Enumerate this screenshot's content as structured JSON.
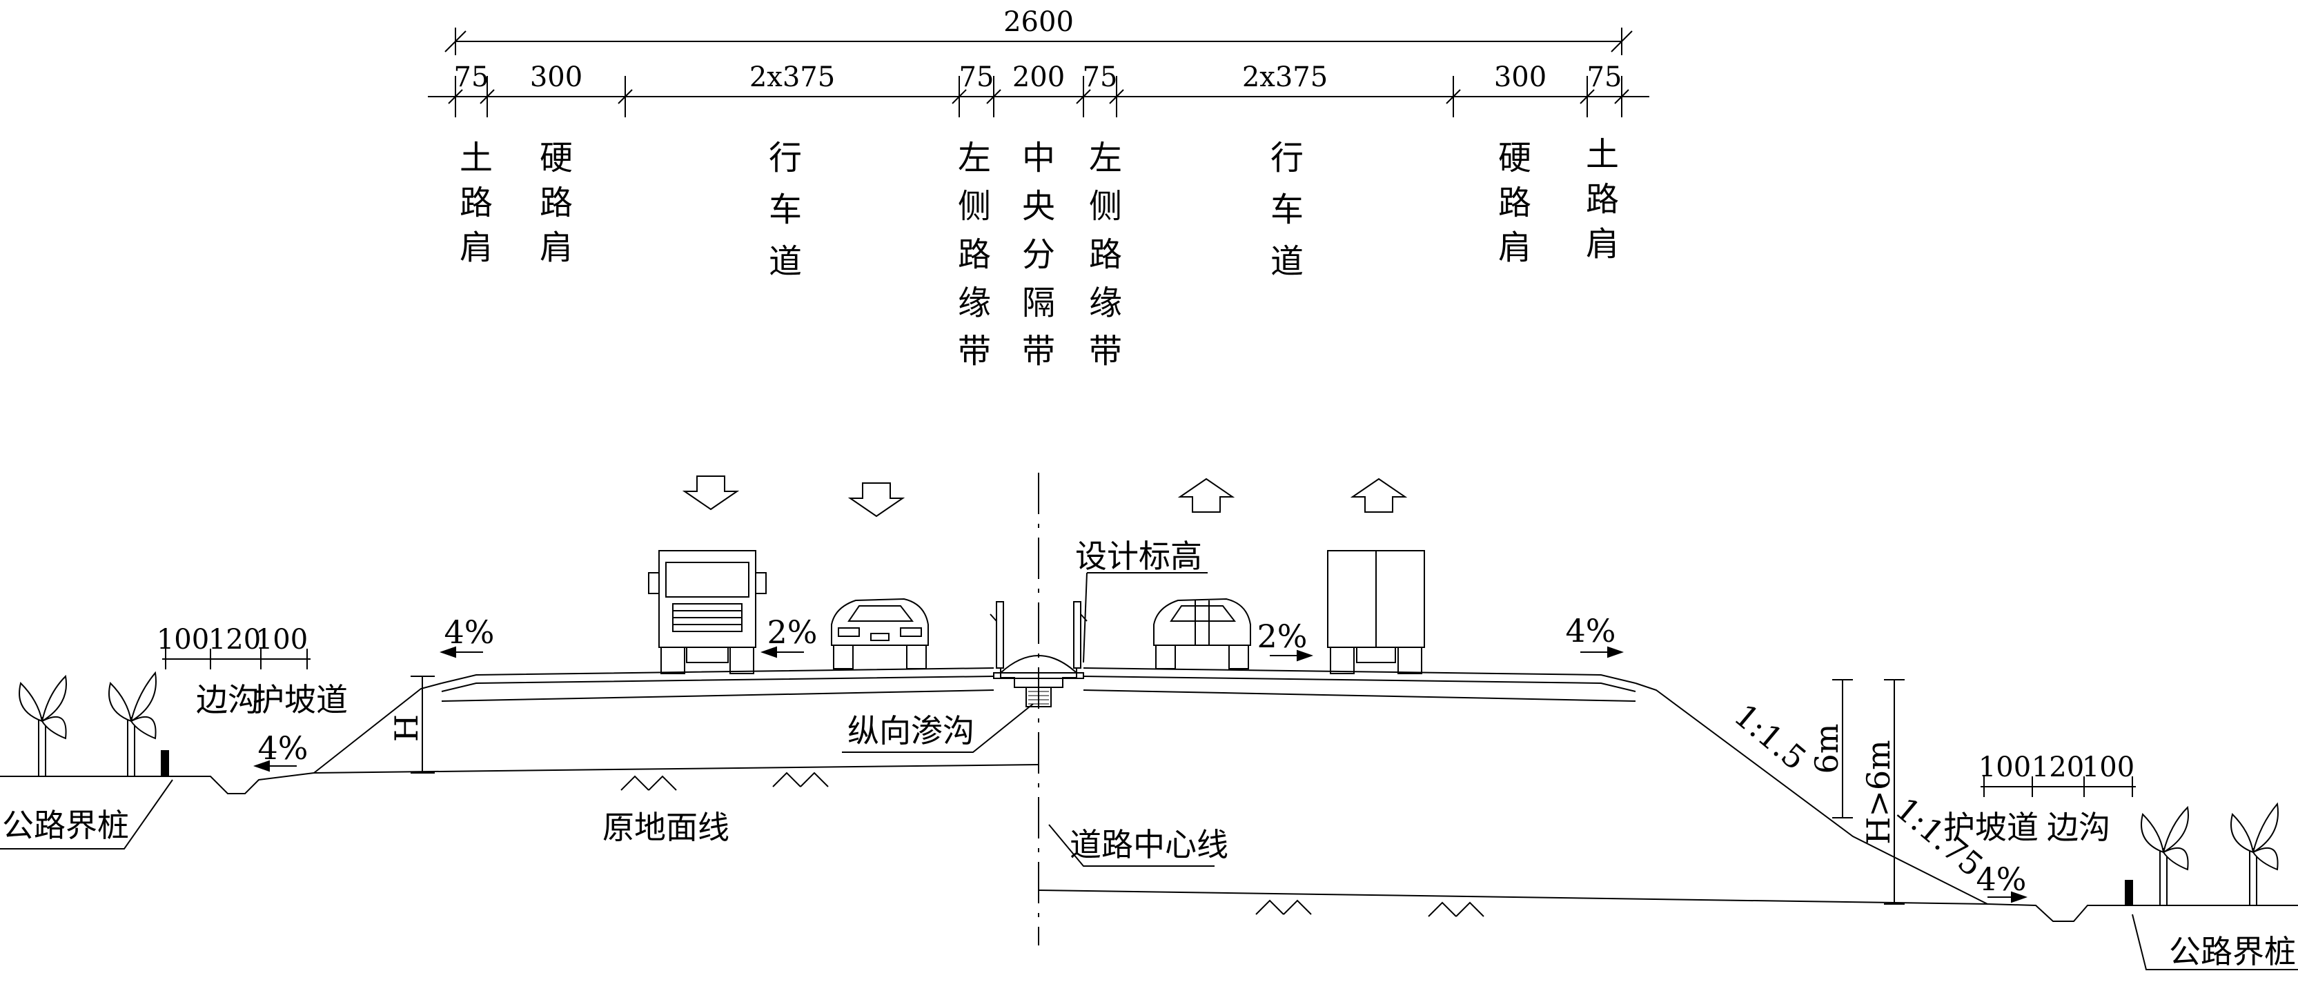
{
  "top_dimensions": {
    "total": "2600",
    "segments": [
      "75",
      "300",
      "2x375",
      "75",
      "200",
      "75",
      "2x375",
      "300",
      "75"
    ]
  },
  "lane_labels": [
    [
      "土",
      "路",
      "肩"
    ],
    [
      "硬",
      "路",
      "肩"
    ],
    [
      "行",
      "车",
      "道"
    ],
    [
      "左",
      "侧",
      "路",
      "缘",
      "带"
    ],
    [
      "中",
      "央",
      "分",
      "隔",
      "带"
    ],
    [
      "左",
      "侧",
      "路",
      "缘",
      "带"
    ],
    [
      "行",
      "车",
      "道"
    ],
    [
      "硬",
      "路",
      "肩"
    ],
    [
      "土",
      "路",
      "肩"
    ]
  ],
  "annotations": {
    "design_elevation": "设计标高",
    "longitudinal_drain": "纵向渗沟",
    "original_ground": "原地面线",
    "road_centerline": "道路中心线",
    "boundary_left": "公路界桩",
    "boundary_right": "公路界桩",
    "ditch_left": "边沟",
    "berm_left": "护坡道",
    "berm_right": "护坡道",
    "ditch_right": "边沟",
    "slope_1": "1:1.5",
    "slope_2": "1:1.75",
    "height_6m": "6m",
    "height_gt6m": "H>6m",
    "height_h": "H"
  },
  "slopes": {
    "left_shoulder": "4%",
    "left_lane": "2%",
    "right_lane": "2%",
    "right_shoulder": "4%",
    "left_berm": "4%",
    "right_berm": "4%"
  },
  "side_dims_left": [
    "100",
    "120",
    "100"
  ],
  "side_dims_right": [
    "100",
    "120",
    "100"
  ]
}
